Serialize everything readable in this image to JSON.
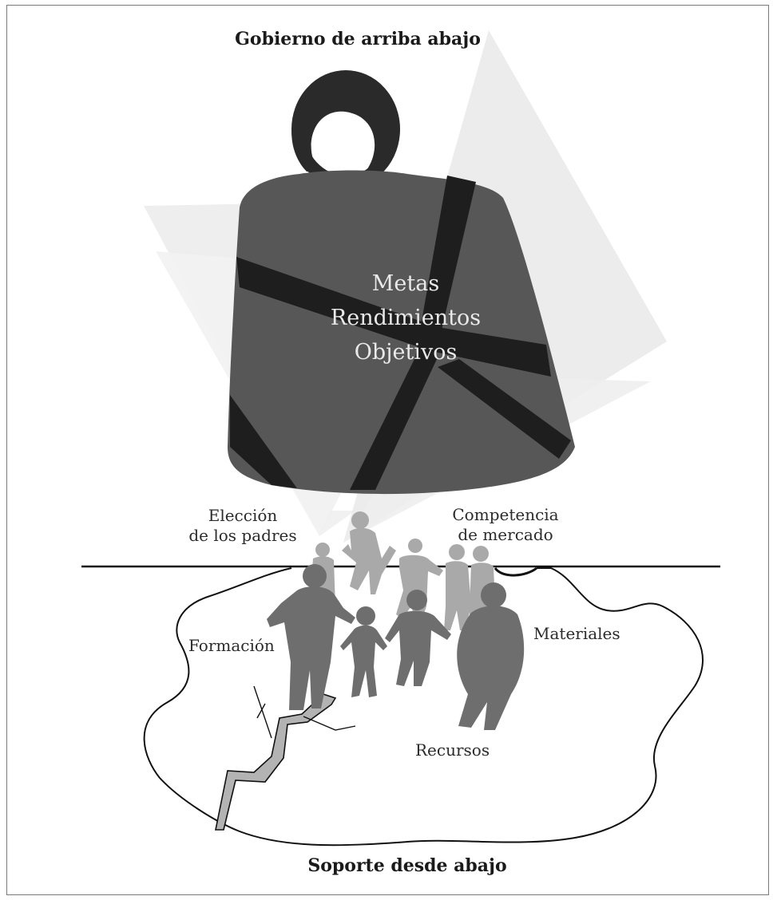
{
  "top_title": "Gobierno de arriba abajo",
  "weight_lines": [
    "Metas",
    "Rendimientos",
    "Objetivos"
  ],
  "labels": {
    "choice_line1": "Elección",
    "choice_line2": "de los padres",
    "competition_line1": "Competencia",
    "competition_line2": "de mercado",
    "training": "Formación",
    "materials": "Materiales",
    "resources": "Recursos"
  },
  "bottom_title": "Soporte desde abajo",
  "colors": {
    "weight_body": "#575757",
    "weight_bands": "#1e1e1e",
    "beam": "#ebebeb",
    "figures_front": "#6e6e6e",
    "figures_back": "#a9a9a9",
    "outline": "#111111"
  }
}
